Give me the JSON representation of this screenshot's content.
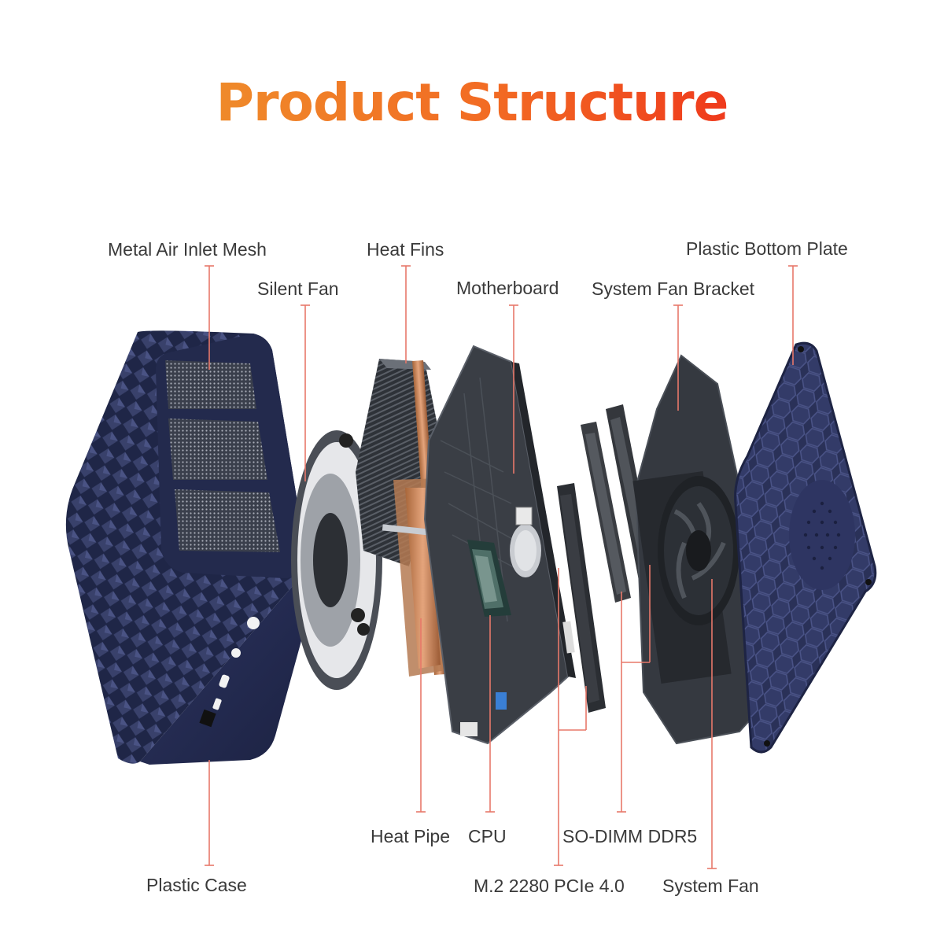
{
  "title": "Product Structure",
  "colors": {
    "title_start": "#ef8a2a",
    "title_end": "#ef3a1c",
    "leader_line": "#e8786a",
    "case": "#252d52",
    "board": "#3b3f46"
  },
  "labels": {
    "metal_air_inlet_mesh": "Metal Air Inlet Mesh",
    "heat_fins": "Heat Fins",
    "plastic_bottom_plate": "Plastic Bottom Plate",
    "silent_fan": "Silent Fan",
    "motherboard": "Motherboard",
    "system_fan_bracket": "System Fan Bracket",
    "heat_pipe": "Heat Pipe",
    "cpu": "CPU",
    "so_dimm_ddr5": "SO-DIMM DDR5",
    "plastic_case": "Plastic Case",
    "m2_ssd": "M.2 2280 PCIe 4.0",
    "system_fan": "System Fan"
  },
  "components": [
    "plastic-case",
    "silent-fan",
    "heat-fins",
    "heat-pipe",
    "motherboard",
    "cpu",
    "m2-ssd",
    "so-dimm",
    "system-fan-bracket",
    "system-fan",
    "plastic-bottom-plate"
  ]
}
